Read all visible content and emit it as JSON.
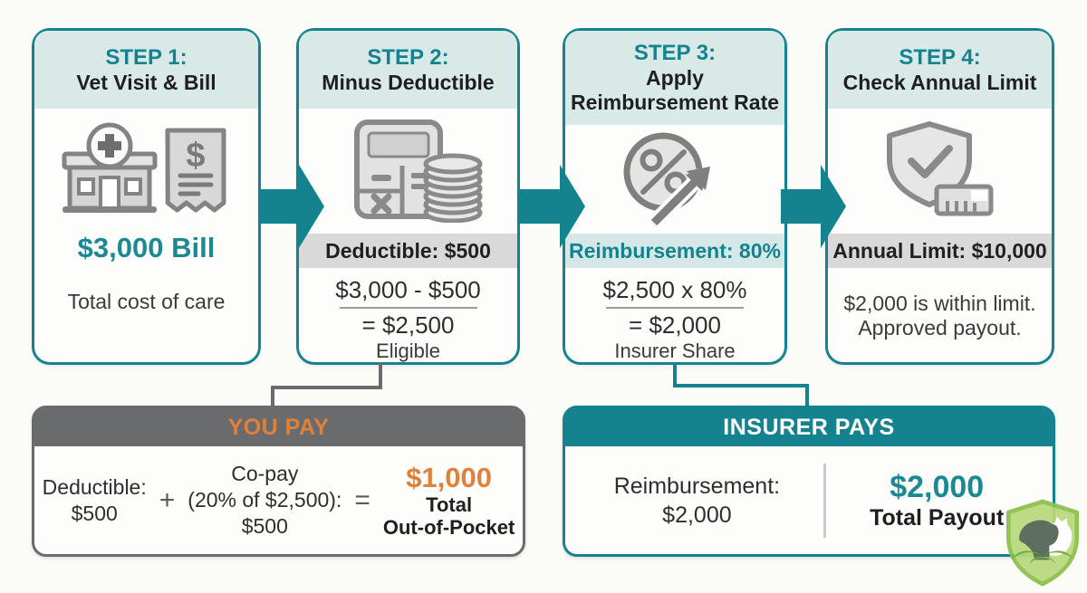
{
  "colors": {
    "teal": "#15838f",
    "teal_band_bg": "#d5e8e7",
    "header_band_bg": "#d8e9e8",
    "gray_band_bg": "#d9d9d9",
    "gray_dark": "#6a6b6d",
    "orange": "#e0813a",
    "icon_gray": "#838383"
  },
  "steps": [
    {
      "step_label": "STEP 1:",
      "title": "Vet Visit & Bill",
      "icon": "vet-clinic-bill-icon",
      "highlight": "$3,000 Bill",
      "caption": "Total cost of care"
    },
    {
      "step_label": "STEP 2:",
      "title": "Minus Deductible",
      "icon": "calculator-coins-icon",
      "band_text": "Deductible: $500",
      "eq_top": "$3,000 - $500",
      "eq_result": "= $2,500",
      "eq_caption": "Eligible"
    },
    {
      "step_label": "STEP 3:",
      "title": "Apply Reimbursement Rate",
      "icon": "percent-arrow-icon",
      "band_text": "Reimbursement: 80%",
      "eq_top": "$2,500 x 80%",
      "eq_result": "= $2,000",
      "eq_caption": "Insurer Share"
    },
    {
      "step_label": "STEP 4:",
      "title": "Check Annual Limit",
      "icon": "shield-check-ruler-icon",
      "band_text": "Annual Limit: $10,000",
      "note_line1": "$2,000 is within limit.",
      "note_line2": "Approved payout."
    }
  ],
  "you_pay": {
    "header": "YOU PAY",
    "item1_label": "Deductible:",
    "item1_value": "$500",
    "plus": "+",
    "item2_line1": "Co-pay",
    "item2_line2": "(20% of $2,500):",
    "item2_value": "$500",
    "equals": "=",
    "total_value": "$1,000",
    "total_label_line1": "Total",
    "total_label_line2": "Out-of-Pocket"
  },
  "insurer_pays": {
    "header": "INSURER PAYS",
    "label": "Reimbursement:",
    "value": "$2,000",
    "total_value": "$2,000",
    "total_label": "Total Payout"
  }
}
